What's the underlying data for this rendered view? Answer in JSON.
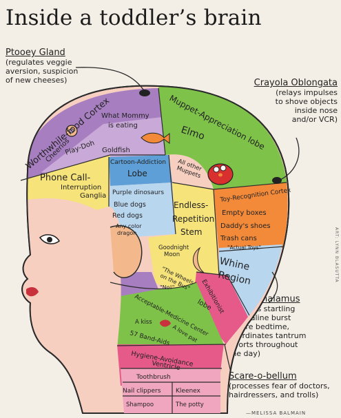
{
  "title": "Inside a toddler’s brain",
  "notes": {
    "ptooey": {
      "head": "Ptooey Gland",
      "lines": [
        "(regulates veggie",
        "aversion, suspicion",
        "of new cheeses)"
      ]
    },
    "crayola": {
      "head": "Crayola Oblongata",
      "lines": [
        "(relays impulses",
        "to shove objects",
        "inside nose",
        "and/or VCR)"
      ]
    },
    "hyper": {
      "head": "Hyper-thalamus",
      "lines": [
        "(triggers startling",
        "adrenaline burst",
        "before bedtime,",
        "coordinates tantrum",
        "efforts throughout",
        "the day)"
      ]
    },
    "scare": {
      "head": "Scare-o-bellum",
      "lines": [
        "(processes fear of doctors,",
        "hairdressers, and trolls)"
      ]
    }
  },
  "regions": {
    "worthwhile": "Worthwhile-food Cortex",
    "cheerios": "Cheerios",
    "what_mommy": "What Mommy",
    "is_eating": "is eating",
    "playdoh": "Play-Doh",
    "goldfish": "Goldfish",
    "muppet": "Muppet-Appreciation lobe",
    "elmo": "Elmo",
    "all_other": "All other",
    "muppets": "Muppets",
    "phone1": "Phone Call-",
    "phone2": "Interruption",
    "phone3": "Ganglia",
    "cartoon1": "Cartoon-Addiction",
    "cartoon2": "Lobe",
    "purple": "Purple dinosaurs",
    "blue": "Blue dogs",
    "red": "Red dogs",
    "anycolor1": "Any color",
    "anycolor2": "dragon",
    "endless1": "Endless-",
    "endless2": "Repetition",
    "endless3": "Stem",
    "goodnight1": "Goodnight",
    "goodnight2": "Moon",
    "wheels1": "\"The Wheels",
    "wheels2": "on the Bus\"",
    "no": "\"No!\"",
    "toy": "Toy-Recognition Cortex",
    "empty": "Empty boxes",
    "daddys": "Daddy's shoes",
    "trash": "Trash cans",
    "actual": "\"Actual Toys\"",
    "whine1": "Whine",
    "whine2": "Region",
    "exhib": "Exhibitionist",
    "exlobe": "lobe",
    "accept": "Acceptable-Medicine Center",
    "akiss": "A kiss",
    "alove": "A love pat",
    "bandaids": "57 Band-Aids",
    "hygiene1": "Hygiene-Avoidance",
    "hygiene2": "Ventricle",
    "toothbrush": "Toothbrush",
    "nail": "Nail clippers",
    "kleenex": "Kleenex",
    "shampoo": "Shampoo",
    "potty": "The potty"
  },
  "footer": "—MELISSA BALMAIN",
  "credit": "ART: LYNN BLASUTTA",
  "colors": {
    "bg": "#f3efe6",
    "skin": "#f6cfc0",
    "purple": "#a77fc0",
    "lightpurple": "#c9a9d8",
    "green": "#7ec24a",
    "yellow": "#f6e37a",
    "blue": "#5d9fd6",
    "lightblue": "#b9d6ef",
    "orange": "#f28a3a",
    "pink": "#e65a8a",
    "darkpink": "#c43b6b",
    "lightpink": "#f0a6bf",
    "peach": "#f4b88d"
  }
}
